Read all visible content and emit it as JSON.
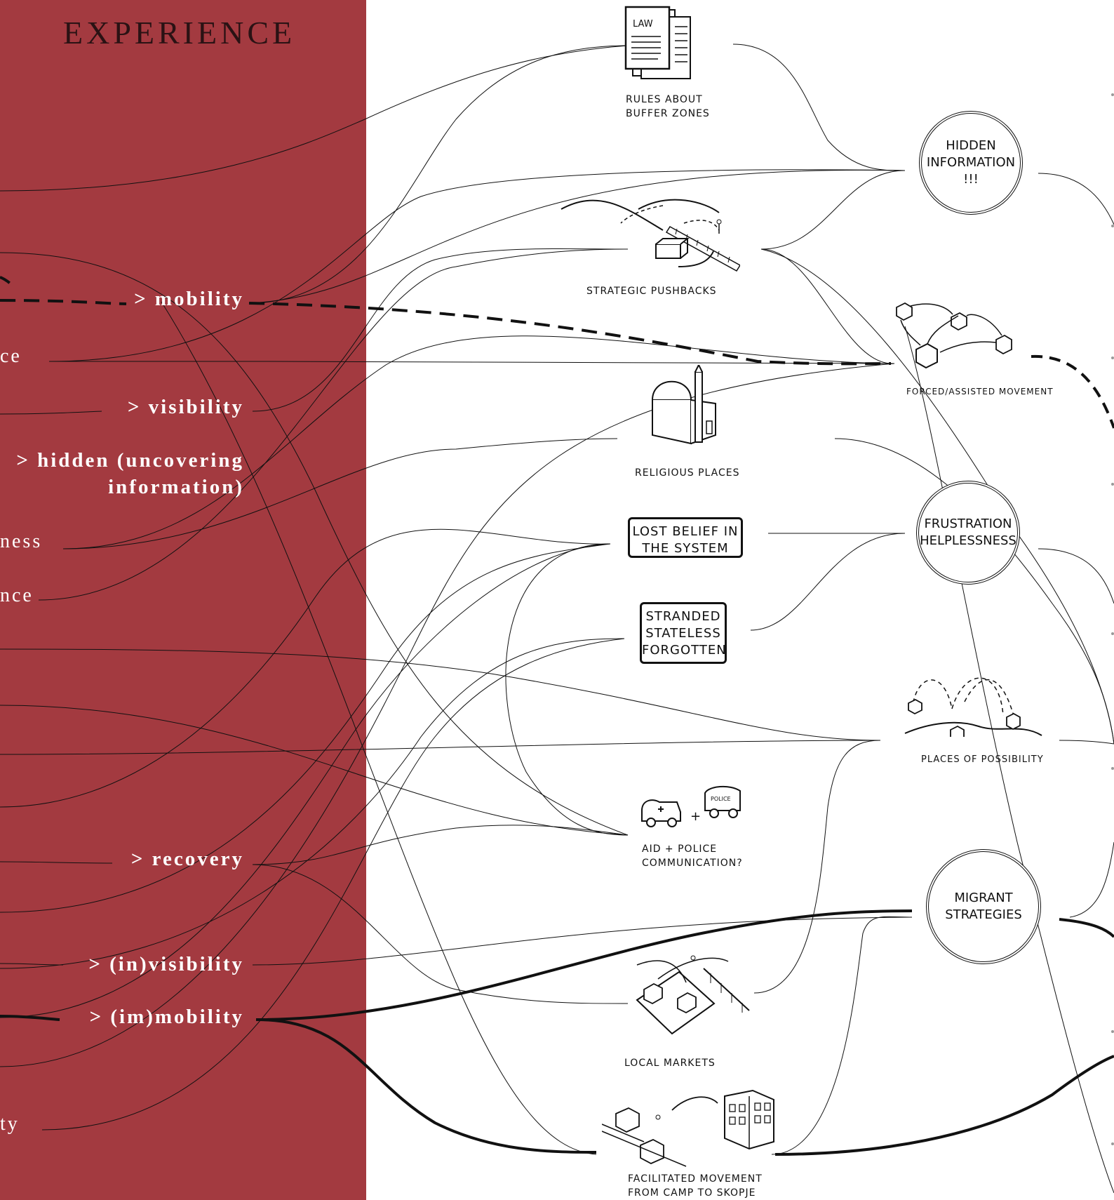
{
  "panel": {
    "title": "EXPERIENCE",
    "labels": {
      "mobility": "> mobility",
      "visibility": "> visibility",
      "hidden_line1": "> hidden (uncovering",
      "hidden_line2": "information)",
      "recovery": "> recovery",
      "invisibility": "> (in)visibility",
      "immobility": "> (im)mobility"
    },
    "fragments": {
      "f1": "ce",
      "f2": "ness",
      "f3": "nce",
      "f4": "ty"
    },
    "colors": {
      "panel_bg": "#a33a40",
      "title": "#2a1214",
      "label": "#ffffff"
    }
  },
  "nodes": {
    "law_tag": "LAW",
    "rules": [
      "RULES ABOUT",
      "BUFFER ZONES"
    ],
    "pushbacks": "STRATEGIC PUSHBACKS",
    "hidden_info": [
      "HIDDEN",
      "INFORMATION",
      "!!!"
    ],
    "forced": "FORCED/ASSISTED MOVEMENT",
    "religious": "RELIGIOUS PLACES",
    "lost_belief": [
      "LOST BELIEF IN",
      "THE SYSTEM"
    ],
    "frustration": [
      "FRUSTRATION",
      "HELPLESSNESS"
    ],
    "stranded": [
      "STRANDED",
      "STATELESS",
      "FORGOTTEN"
    ],
    "possibility": "PLACES OF POSSIBILITY",
    "aid": [
      "AID + POLICE",
      "COMMUNICATION?"
    ],
    "police_tag": "POLICE",
    "migrant": [
      "MIGRANT",
      "STRATEGIES"
    ],
    "markets": "LOCAL MARKETS",
    "facilitated": [
      "FACILITATED MOVEMENT",
      "FROM CAMP TO SKOPJE"
    ]
  }
}
